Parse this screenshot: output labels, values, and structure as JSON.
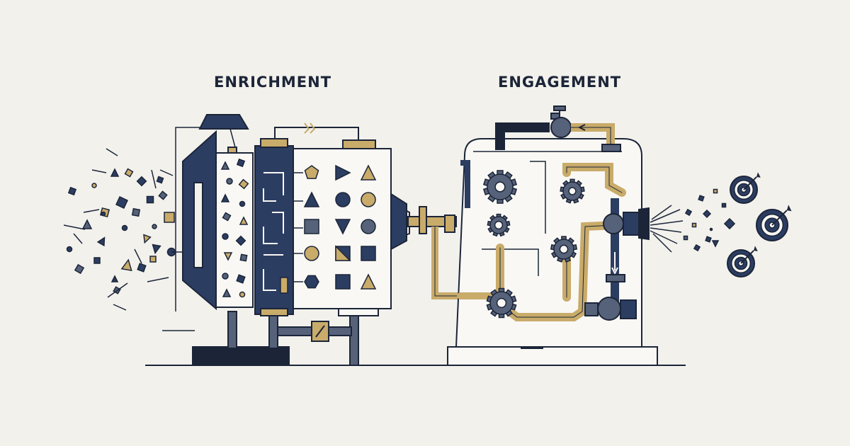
{
  "labels": {
    "enrichment": "ENRICHMENT",
    "engagement": "ENGAGEMENT"
  },
  "colors": {
    "background": "#f2f1ec",
    "ink": "#1c2538",
    "navy": "#2c3d62",
    "gold": "#c9ab6a",
    "slate": "#56627a",
    "white": "#f9f8f4"
  },
  "icons": {
    "input": "scattered-shapes",
    "machine_1": "sorting-machine",
    "machine_2": "pipe-gear-machine",
    "output": "target-icons"
  }
}
